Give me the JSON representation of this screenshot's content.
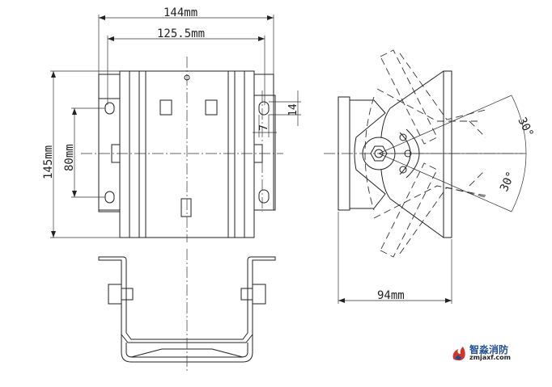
{
  "dimensions": {
    "width_total": "144mm",
    "width_inner": "125.5mm",
    "height_total": "145mm",
    "slot_spacing": "80mm",
    "slot_length": "14",
    "slot_width": "7",
    "side_depth": "94mm",
    "tilt_up": "30°",
    "tilt_down": "30°"
  },
  "watermark": {
    "name_cn": "智淼消防",
    "site": "zmjaxf.com"
  },
  "colors": {
    "line": "#222222",
    "logo_blue": "#1f4e96",
    "logo_red": "#d6332b"
  }
}
